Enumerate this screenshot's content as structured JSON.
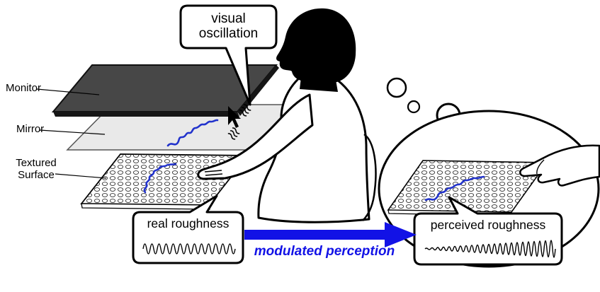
{
  "figure": {
    "apparatus_labels": {
      "monitor": "Monitor",
      "mirror": "Mirror",
      "textured_surface": "Textured Surface"
    },
    "callouts": {
      "visual_oscillation": "visual oscillation",
      "real_roughness": "real roughness",
      "perceived_roughness": "perceived roughness"
    },
    "arrow_label": "modulated perception",
    "colors": {
      "arrow_blue": "#1212e6",
      "trace_blue": "#2233cc",
      "monitor_gray": "#474747",
      "mirror_gray": "#e9e9e9"
    }
  }
}
